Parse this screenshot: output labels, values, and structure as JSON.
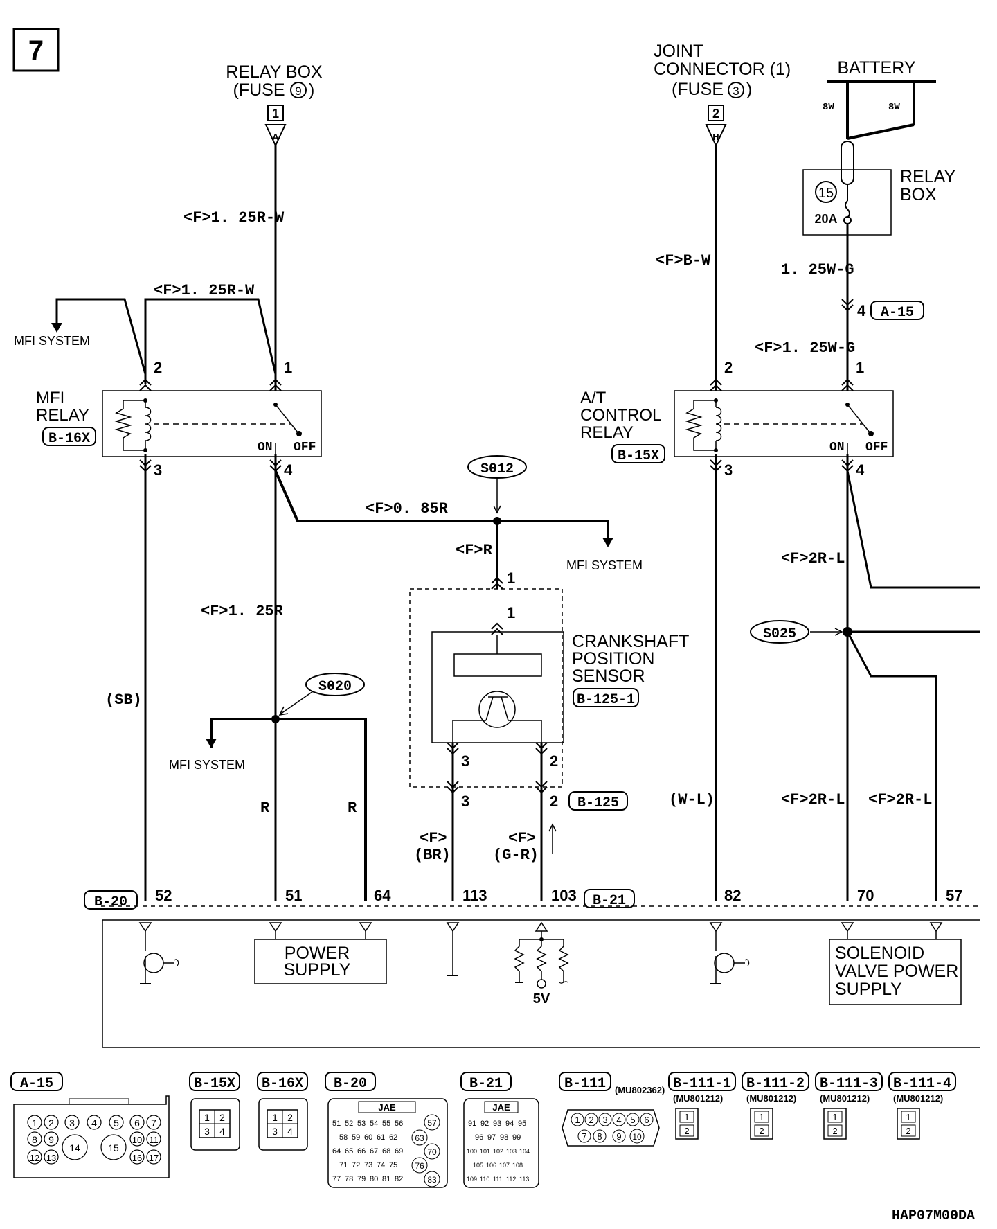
{
  "page_number": "7",
  "footer_code": "HAP07M00DA",
  "relay_box_fuse9": {
    "line1": "RELAY BOX",
    "line2": "(FUSE",
    "fuse_no": "9",
    "close": ")",
    "connector_tag": "1",
    "arrow_letter": "A"
  },
  "joint_connector": {
    "line1": "JOINT",
    "line2": "CONNECTOR (1)",
    "line3": "(FUSE",
    "fuse_no": "3",
    "close": ")",
    "connector_tag": "2",
    "arrow_letter": "H"
  },
  "battery": {
    "label": "BATTERY",
    "wire_left": "8W",
    "wire_right": "8W"
  },
  "relay_box_fuse15": {
    "line1": "RELAY",
    "line2": "BOX",
    "fuse_no": "15",
    "rating": "20A"
  },
  "wires": {
    "w1": "<F>1. 25R-W",
    "w2": "<F>1. 25R-W",
    "w3": "<F>B-W",
    "w4": "1. 25W-G",
    "w5": "<F>1. 25W-G",
    "w6": "<F>0. 85R",
    "w7": "<F>R",
    "w8": "<F>1. 25R",
    "w9": "(SB)",
    "w10": "R",
    "w11": "R",
    "w12": "<F>",
    "w12b": "(BR)",
    "w13": "<F>",
    "w13b": "(G-R)",
    "w14": "(W-L)",
    "w15": "<F>2R-L",
    "w16": "<F>2R-L",
    "w17": "<F>2R-L"
  },
  "a15_pin": {
    "pin": "4",
    "tag": "A-15"
  },
  "mfi_relay": {
    "line1": "MFI",
    "line2": "RELAY",
    "tag": "B-16X",
    "on": "ON",
    "off": "OFF",
    "p1": "1",
    "p2": "2",
    "p3": "3",
    "p4": "4"
  },
  "at_relay": {
    "line1": "A/T",
    "line2": "CONTROL",
    "line3": "RELAY",
    "tag": "B-15X",
    "on": "ON",
    "off": "OFF",
    "p1": "1",
    "p2": "2",
    "p3": "3",
    "p4": "4"
  },
  "mfi_system": {
    "a": "MFI SYSTEM",
    "b": "MFI SYSTEM",
    "c": "MFI SYSTEM"
  },
  "splices": {
    "s012": "S012",
    "s020": "S020",
    "s025": "S025"
  },
  "crank_sensor": {
    "line1": "CRANKSHAFT",
    "line2": "POSITION",
    "line3": "SENSOR",
    "tag": "B-125-1",
    "p1a": "1",
    "p1b": "1",
    "p3a": "3",
    "p2a": "2",
    "p3b": "3",
    "p2b": "2",
    "tag2": "B-125"
  },
  "ecu": {
    "tag_left": "B-20",
    "tag_mid": "B-21",
    "pins": [
      "52",
      "51",
      "64",
      "113",
      "103",
      "82",
      "70",
      "57"
    ],
    "power_supply": [
      "POWER",
      "SUPPLY"
    ],
    "five_v": "5V",
    "solenoid": [
      "SOLENOID",
      "VALVE POWER",
      "SUPPLY"
    ]
  },
  "connectors": {
    "a15": {
      "tag": "A-15",
      "pins": [
        "1",
        "2",
        "3",
        "4",
        "5",
        "6",
        "7",
        "8",
        "9",
        "14",
        "15",
        "10",
        "11",
        "12",
        "13",
        "16",
        "17"
      ]
    },
    "b15x": {
      "tag": "B-15X",
      "pins": [
        "1",
        "2",
        "3",
        "4"
      ]
    },
    "b16x": {
      "tag": "B-16X",
      "pins": [
        "1",
        "2",
        "3",
        "4"
      ]
    },
    "b20": {
      "tag": "B-20",
      "maker": "JAE",
      "row1": [
        "51",
        "52",
        "53",
        "54",
        "55",
        "56"
      ],
      "row2": [
        "58",
        "59",
        "60",
        "61",
        "62"
      ],
      "row3": [
        "64",
        "65",
        "66",
        "67",
        "68",
        "69"
      ],
      "row4": [
        "71",
        "72",
        "73",
        "74",
        "75"
      ],
      "row5": [
        "77",
        "78",
        "79",
        "80",
        "81",
        "82"
      ],
      "side": [
        "57",
        "63",
        "70",
        "76",
        "83"
      ]
    },
    "b21": {
      "tag": "B-21",
      "maker": "JAE",
      "row1": [
        "91",
        "92",
        "93",
        "94",
        "95"
      ],
      "row2": [
        "96",
        "97",
        "98",
        "99"
      ],
      "row3": [
        "100",
        "101",
        "102",
        "103",
        "104"
      ],
      "row4": [
        "105",
        "106",
        "107",
        "108"
      ],
      "row5": [
        "109",
        "110",
        "111",
        "112",
        "113"
      ]
    },
    "b111": {
      "tag": "B-111",
      "part": "(MU802362)",
      "row1": [
        "1",
        "2",
        "3",
        "4",
        "5",
        "6"
      ],
      "row2": [
        "7",
        "8",
        "9",
        "10"
      ]
    },
    "b111_1": {
      "tag": "B-111-1",
      "part": "(MU801212)",
      "pins": [
        "1",
        "2"
      ]
    },
    "b111_2": {
      "tag": "B-111-2",
      "part": "(MU801212)",
      "pins": [
        "1",
        "2"
      ]
    },
    "b111_3": {
      "tag": "B-111-3",
      "part": "(MU801212)",
      "pins": [
        "1",
        "2"
      ]
    },
    "b111_4": {
      "tag": "B-111-4",
      "part": "(MU801212)",
      "pins": [
        "1",
        "2"
      ]
    }
  }
}
